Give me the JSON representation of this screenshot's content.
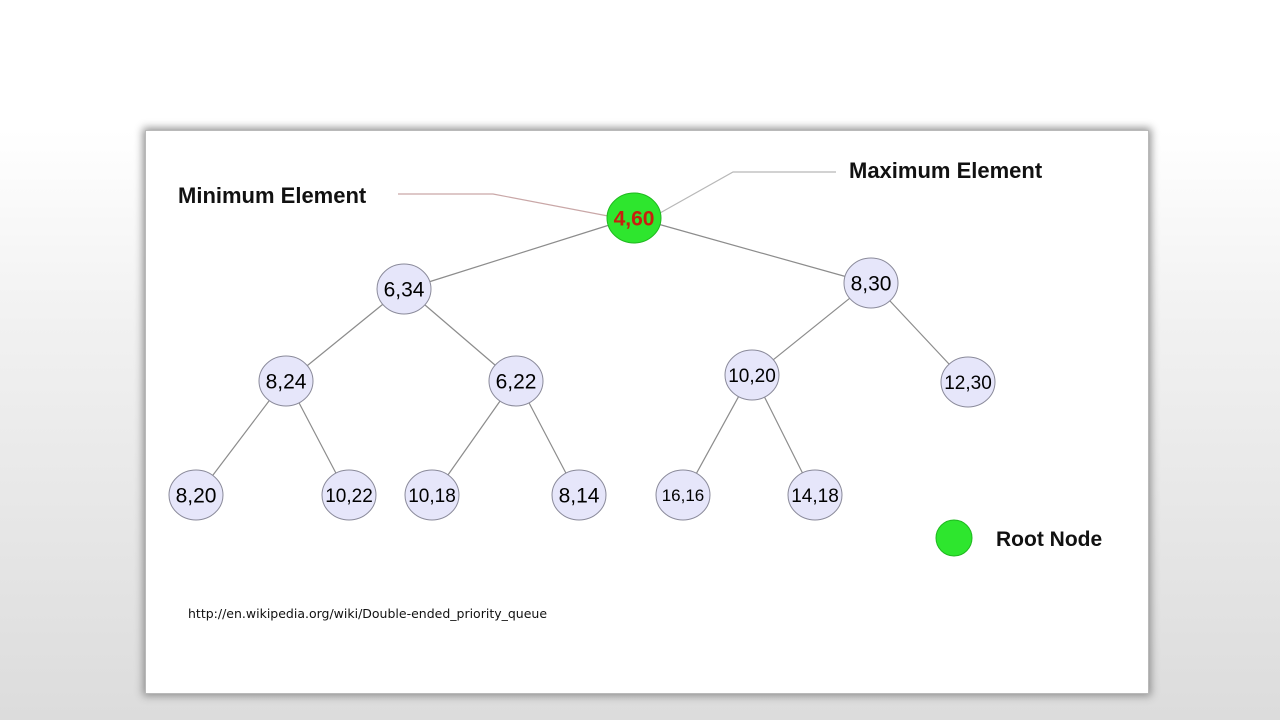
{
  "diagram": {
    "nodes": [
      {
        "id": "root",
        "label": "4,60",
        "type": "root"
      },
      {
        "id": "n1",
        "label": "6,34",
        "type": "normal"
      },
      {
        "id": "n2",
        "label": "8,30",
        "type": "normal"
      },
      {
        "id": "n3",
        "label": "8,24",
        "type": "normal"
      },
      {
        "id": "n4",
        "label": "6,22",
        "type": "normal"
      },
      {
        "id": "n5",
        "label": "10,20",
        "type": "normal"
      },
      {
        "id": "n6",
        "label": "12,30",
        "type": "normal"
      },
      {
        "id": "n7",
        "label": "8,20",
        "type": "normal"
      },
      {
        "id": "n8",
        "label": "10,22",
        "type": "normal"
      },
      {
        "id": "n9",
        "label": "10,18",
        "type": "normal"
      },
      {
        "id": "n10",
        "label": "8,14",
        "type": "normal"
      },
      {
        "id": "n11",
        "label": "16,16",
        "type": "normal"
      },
      {
        "id": "n12",
        "label": "14,18",
        "type": "normal"
      }
    ],
    "edges": [
      [
        "root",
        "n1"
      ],
      [
        "root",
        "n2"
      ],
      [
        "n1",
        "n3"
      ],
      [
        "n1",
        "n4"
      ],
      [
        "n2",
        "n5"
      ],
      [
        "n2",
        "n6"
      ],
      [
        "n3",
        "n7"
      ],
      [
        "n3",
        "n8"
      ],
      [
        "n4",
        "n9"
      ],
      [
        "n4",
        "n10"
      ],
      [
        "n5",
        "n11"
      ],
      [
        "n5",
        "n12"
      ]
    ],
    "callouts": {
      "min_label": "Minimum Element",
      "max_label": "Maximum Element"
    },
    "legend": {
      "root_label": "Root Node"
    },
    "source_url": "http://en.wikipedia.org/wiki/Double-ended_priority_queue",
    "colors": {
      "root_fill": "#2ee62e",
      "root_text": "#c8200e",
      "node_fill": "#e6e6fa",
      "node_stroke": "#8a8a9a",
      "edge": "#8c8c8c",
      "min_leader": "#c9a7a7",
      "max_leader": "#b8b8b8"
    }
  }
}
